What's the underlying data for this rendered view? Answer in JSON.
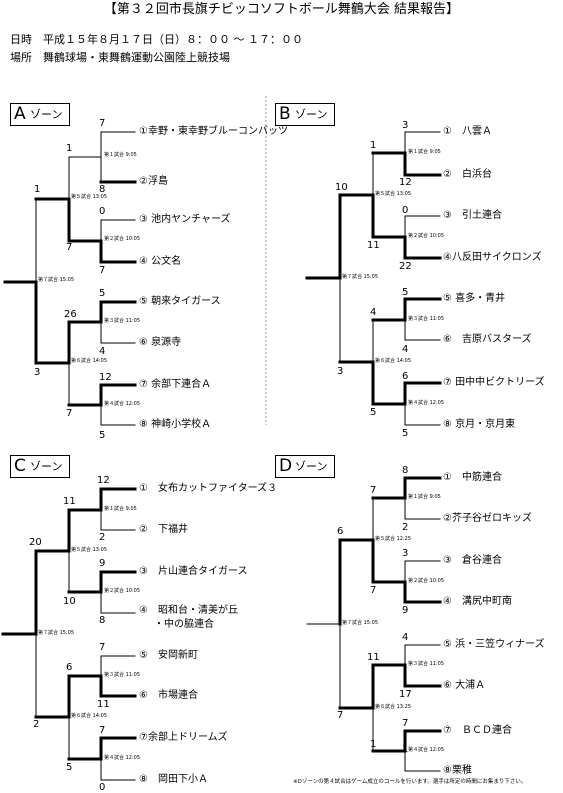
{
  "title": "【第３２回市長旗チビッコソフトボール舞鶴大会 結果報告】",
  "date_line": "日時　平成１５年８月１７日（日）８：００ ～ １７：００",
  "place_line": "場所　舞鶴球場・東舞鶴運動公園陸上競技場",
  "footnote": "※Dゾーンの第４試合はゲーム成立のコールを行います。選手は所定の時間にお集まり下さい。",
  "zones": {
    "a": {
      "letter": "A",
      "suffix": "ゾーン",
      "teams": [
        "①幸野・東幸野ブルーコンバッツ",
        "②浮島",
        "③ 池内ヤンチャーズ",
        "④ 公文名",
        "⑤ 朝来タイガース",
        "⑥ 泉源寺",
        "⑦ 余部下連合Ａ",
        "⑧ 神崎小学校Ａ"
      ],
      "games": [
        "第１試合 9:05",
        "第２試合 10:05",
        "第３試合 11:05",
        "第４試合 12:05",
        "第５試合 13:05",
        "第６試合 14:05",
        "第７試合 15:05"
      ],
      "scores": [
        "7",
        "8",
        "0",
        "7",
        "5",
        "4",
        "12",
        "5",
        "1",
        "7",
        "26",
        "7",
        "1",
        "3"
      ]
    },
    "b": {
      "letter": "B",
      "suffix": "ゾーン",
      "teams": [
        "①　八雲Ａ",
        "②　白浜台",
        "③　引土連合",
        "④八反田サイクロンズ",
        "⑤ 喜多・青井",
        "⑥　吉原バスターズ",
        "⑦ 田中中ビクトリーズ",
        "⑧ 京月・京月東"
      ],
      "games": [
        "第１試合 9:05",
        "第２試合 10:05",
        "第３試合 11:05",
        "第４試合 12:05",
        "第５試合 13:05",
        "第６試合 14:05",
        "第７試合 15:05"
      ],
      "scores": [
        "3",
        "12",
        "0",
        "22",
        "5",
        "4",
        "6",
        "5",
        "1",
        "11",
        "4",
        "5",
        "10",
        "3"
      ]
    },
    "c": {
      "letter": "C",
      "suffix": "ゾーン",
      "teams": [
        "①　女布カットファイターズ３",
        "②　下福井",
        "③　片山連合タイガース",
        "④　昭和台・清美が丘",
        "・中の脇連合",
        "⑤　安岡新町",
        "⑥　市場連合",
        "⑦余部上ドリームズ",
        "⑧　岡田下小Ａ"
      ],
      "games": [
        "第１試合 9:05",
        "第２試合 10:05",
        "第３試合 11:05",
        "第４試合 12:05",
        "第５試合 13:05",
        "第６試合 14:05",
        "第７試合 15:05"
      ],
      "scores": [
        "12",
        "2",
        "9",
        "8",
        "7",
        "11",
        "7",
        "0",
        "11",
        "10",
        "6",
        "5",
        "20",
        "2"
      ]
    },
    "d": {
      "letter": "D",
      "suffix": "ゾーン",
      "teams": [
        "①　中筋連合",
        "②芥子谷ゼロキッズ",
        "③　倉谷連合",
        "④　溝尻中町南",
        "⑤ 浜・三笠ウィナーズ",
        "⑥ 大浦Ａ",
        "⑦　ＢＣＤ連合",
        "⑧栗稚"
      ],
      "games": [
        "第１試合 9:05",
        "第２試合 10:05",
        "第３試合 11:05",
        "第４試合 12:05",
        "第５試合 12:25",
        "第６試合 13:25",
        "第７試合 15:05"
      ],
      "scores": [
        "8",
        "2",
        "3",
        "9",
        "4",
        "17",
        "7",
        "1",
        "7",
        "7",
        "11",
        "1",
        "6",
        "7"
      ]
    }
  }
}
